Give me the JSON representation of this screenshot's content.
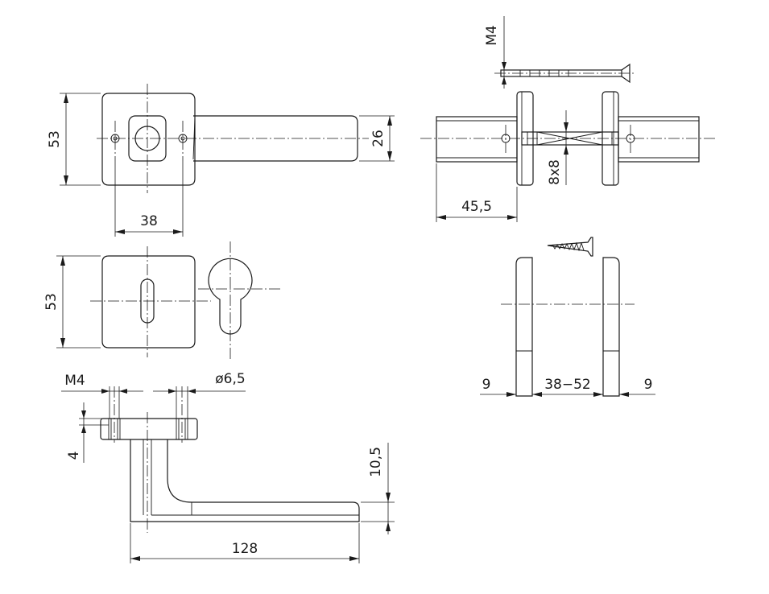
{
  "dimensions": {
    "rose_height_top": "53",
    "handle_width": "26",
    "rose_hole_spacing": "38",
    "key_rose_height": "53",
    "spindle_length": "45,5",
    "spindle_square": "8x8",
    "screw_thread_top": "M4",
    "screw_thread_side": "M4",
    "hole_diameter": "ø6,5",
    "rose_thickness": "4",
    "handle_drop": "10,5",
    "handle_length": "128",
    "door_rose_left": "9",
    "door_thickness": "38−52",
    "door_rose_right": "9"
  }
}
